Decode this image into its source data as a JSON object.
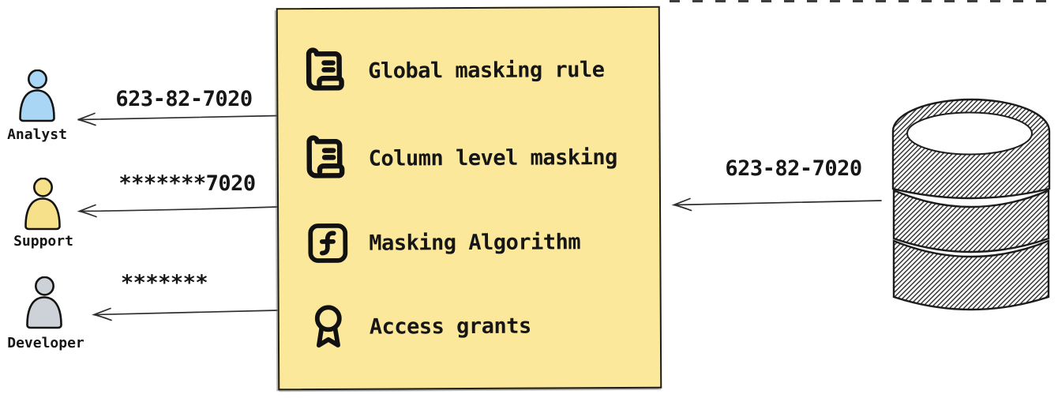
{
  "palette": {
    "background": "#FFFFFF",
    "box_bg": "#FBE89B",
    "box_border": "#1F1D16",
    "outline": "#141414",
    "arrow": "#2E2E2E",
    "text": "#161616",
    "hatch": "#2C2C2C"
  },
  "actors": [
    {
      "label": "Analyst",
      "fill": "#A9D6F5",
      "arrow_label": "623-82-7020"
    },
    {
      "label": "Support",
      "fill": "#F7E08A",
      "arrow_label": "*******7020"
    },
    {
      "label": "Developer",
      "fill": "#CDD2D8",
      "arrow_label": "*******"
    }
  ],
  "masking_box": {
    "items": [
      {
        "icon": "scroll-text-icon",
        "label": "Global masking rule"
      },
      {
        "icon": "scroll-text-icon",
        "label": "Column level masking"
      },
      {
        "icon": "function-square-icon",
        "label": "Masking Algorithm"
      },
      {
        "icon": "award-icon",
        "label": "Access grants"
      }
    ]
  },
  "database": {
    "icon": "database-icon",
    "arrow_label": "623-82-7020"
  }
}
